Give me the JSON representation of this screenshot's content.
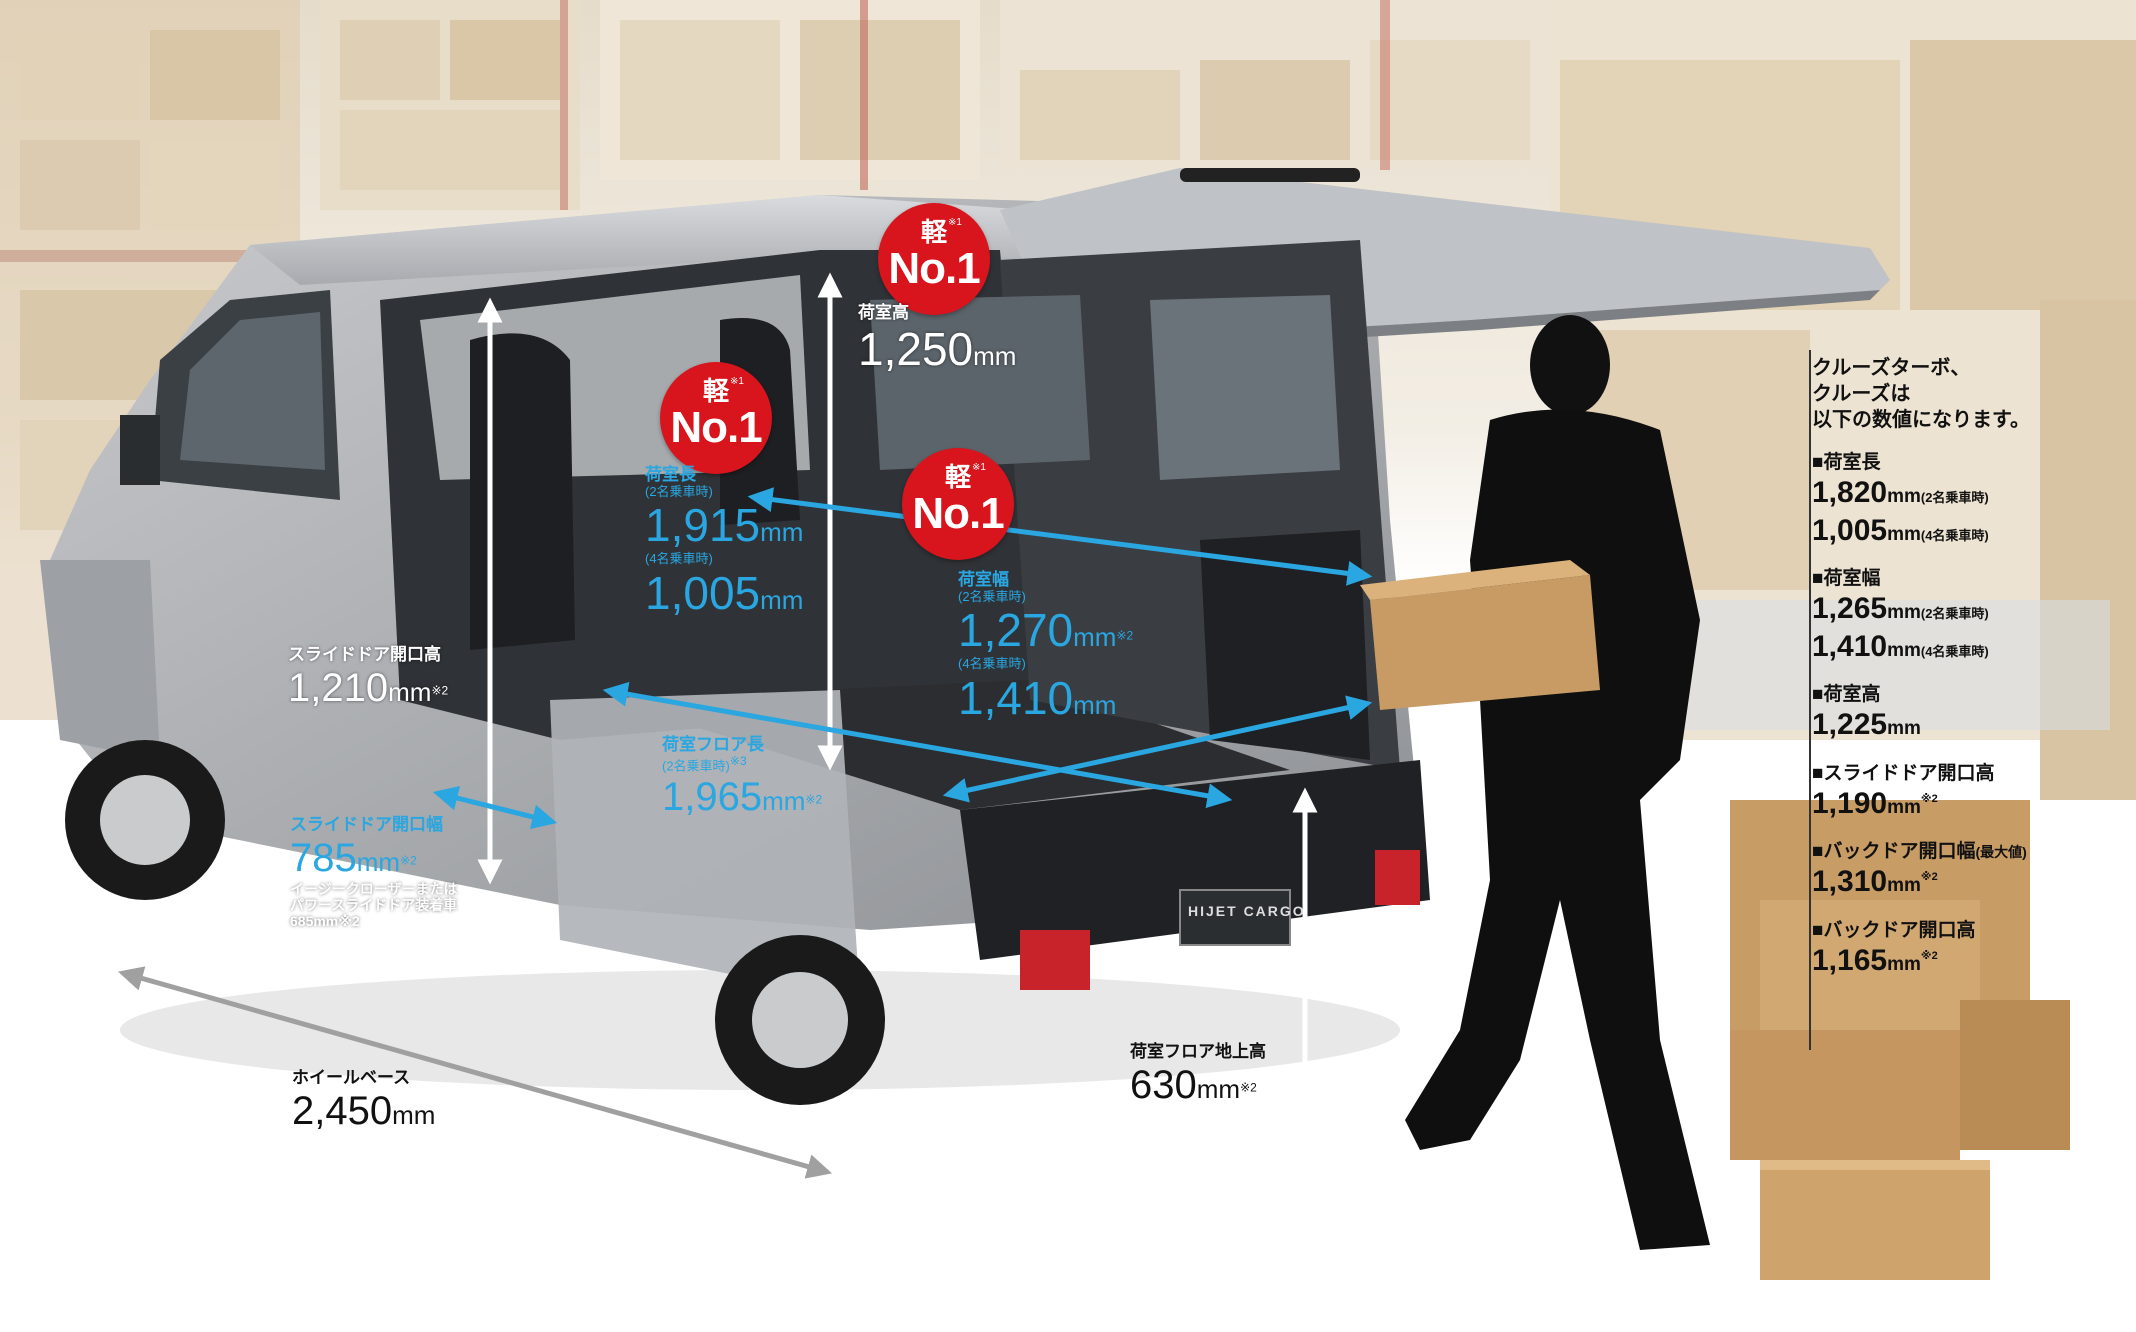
{
  "badges": [
    {
      "char": "軽",
      "note": "※1",
      "label": "No.1"
    },
    {
      "char": "軽",
      "note": "※1",
      "label": "No.1"
    },
    {
      "char": "軽",
      "note": "※1",
      "label": "No.1"
    }
  ],
  "vehicle_badge": "HIJET CARGO",
  "labels": {
    "cargo_height": {
      "title": "荷室高",
      "value": "1,250",
      "unit": "mm"
    },
    "cargo_length": {
      "title": "荷室長",
      "sub1": "(2名乗車時)",
      "value1": "1,915",
      "sub2": "(4名乗車時)",
      "value2": "1,005",
      "unit": "mm"
    },
    "cargo_width": {
      "title": "荷室幅",
      "sub1": "(2名乗車時)",
      "value1": "1,270",
      "sub2": "(4名乗車時)",
      "value2": "1,410",
      "unit": "mm",
      "note": "※2"
    },
    "slide_door_height": {
      "title": "スライドドア開口高",
      "value": "1,210",
      "unit": "mm",
      "note": "※2"
    },
    "slide_door_width": {
      "title": "スライドドア開口幅",
      "value": "785",
      "unit": "mm",
      "note": "※2",
      "extra1": "イージークローザーまたは",
      "extra2": "パワースライドドア装着車",
      "extra3": "685mm※2"
    },
    "floor_length": {
      "title": "荷室フロア長",
      "sub": "(2名乗車時)",
      "sub_note": "※3",
      "value": "1,965",
      "unit": "mm",
      "note": "※2"
    },
    "floor_height": {
      "title": "荷室フロア地上高",
      "value": "630",
      "unit": "mm",
      "note": "※2"
    },
    "wheelbase": {
      "title": "ホイールベース",
      "value": "2,450",
      "unit": "mm"
    }
  },
  "side_panel": {
    "intro": [
      "クルーズターボ、",
      "クルーズは",
      "以下の数値になります。"
    ],
    "specs": [
      {
        "title": "■荷室長",
        "rows": [
          {
            "value": "1,820",
            "unit": "mm",
            "sub": "(2名乗車時)"
          },
          {
            "value": "1,005",
            "unit": "mm",
            "sub": "(4名乗車時)"
          }
        ]
      },
      {
        "title": "■荷室幅",
        "rows": [
          {
            "value": "1,265",
            "unit": "mm",
            "sub": "(2名乗車時)"
          },
          {
            "value": "1,410",
            "unit": "mm",
            "sub": "(4名乗車時)"
          }
        ]
      },
      {
        "title": "■荷室高",
        "rows": [
          {
            "value": "1,225",
            "unit": "mm",
            "sub": ""
          }
        ]
      },
      {
        "title": "■スライドドア開口高",
        "rows": [
          {
            "value": "1,190",
            "unit": "mm",
            "sub": "",
            "note": "※2"
          }
        ]
      },
      {
        "title": "■バックドア開口幅",
        "title_sub": "(最大値)",
        "rows": [
          {
            "value": "1,310",
            "unit": "mm",
            "sub": "",
            "note": "※2"
          }
        ]
      },
      {
        "title": "■バックドア開口高",
        "rows": [
          {
            "value": "1,165",
            "unit": "mm",
            "sub": "",
            "note": "※2"
          }
        ]
      }
    ]
  },
  "colors": {
    "accent_blue": "#2aa6e0",
    "badge_red": "#d8141c",
    "van_silver": "#a9acb0"
  }
}
